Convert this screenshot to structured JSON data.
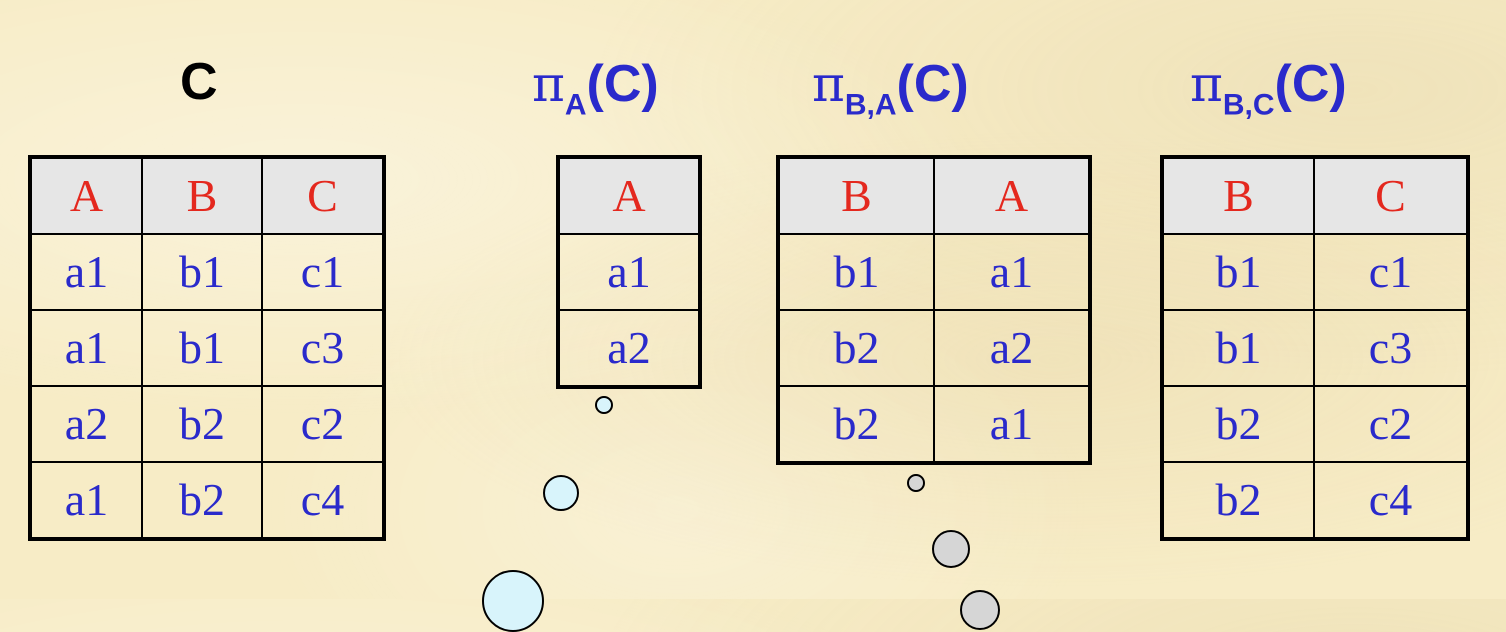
{
  "relations": [
    {
      "title": "C",
      "operator": "",
      "subscript": "",
      "arg": "",
      "headers": [
        "A",
        "B",
        "C"
      ],
      "rows": [
        [
          "a1",
          "b1",
          "c1"
        ],
        [
          "a1",
          "b1",
          "c3"
        ],
        [
          "a2",
          "b2",
          "c2"
        ],
        [
          "a1",
          "b2",
          "c4"
        ]
      ]
    },
    {
      "title": "",
      "operator": "π",
      "subscript": "A",
      "arg": "(C)",
      "headers": [
        "A"
      ],
      "rows": [
        [
          "a1"
        ],
        [
          "a2"
        ]
      ]
    },
    {
      "title": "",
      "operator": "π",
      "subscript": "B,A",
      "arg": "(C)",
      "headers": [
        "B",
        "A"
      ],
      "rows": [
        [
          "b1",
          "a1"
        ],
        [
          "b2",
          "a2"
        ],
        [
          "b2",
          "a1"
        ]
      ]
    },
    {
      "title": "",
      "operator": "π",
      "subscript": "B,C",
      "arg": "(C)",
      "headers": [
        "B",
        "C"
      ],
      "rows": [
        [
          "b1",
          "c1"
        ],
        [
          "b1",
          "c3"
        ],
        [
          "b2",
          "c2"
        ],
        [
          "b2",
          "c4"
        ]
      ]
    }
  ],
  "colors": {
    "background": "#f7ecc6",
    "header_text": "#e4281e",
    "cell_text": "#2a2acb",
    "header_fill": "#e6e6e6",
    "operator_text": "#2a2acb",
    "bubble_light_blue": "#d8f4fb",
    "bubble_gray": "#d6d6d6"
  }
}
